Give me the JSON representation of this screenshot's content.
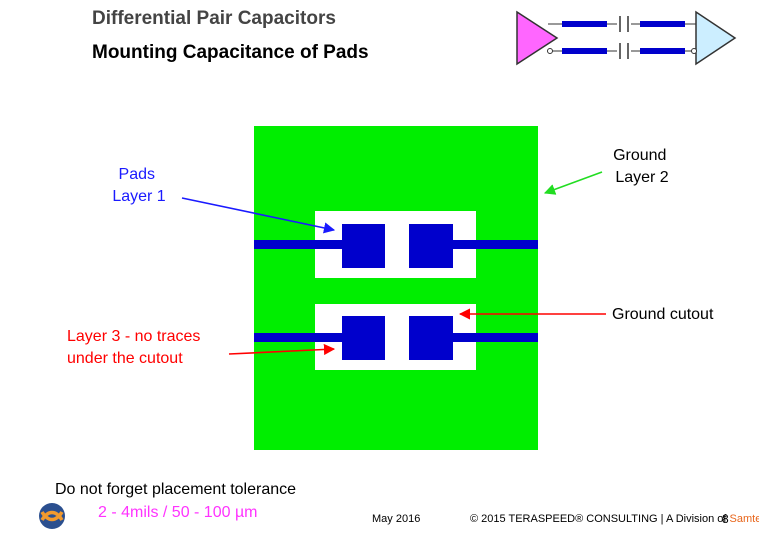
{
  "header": {
    "title": "Differential Pair Capacitors",
    "subtitle": "Mounting Capacitance of Pads"
  },
  "labels": {
    "pads": [
      "Pads",
      "Layer 1"
    ],
    "ground": [
      "Ground",
      "Layer 2"
    ],
    "ground_cutout": "Ground cutout",
    "layer3": [
      "Layer 3 - no traces",
      "under the cutout"
    ]
  },
  "footer": {
    "note": "Do not forget placement tolerance",
    "tolerance": "2 - 4mils / 50 - 100 µm",
    "date": "May 2016",
    "copyright": "© 2015  TERASPEED® CONSULTING  | A Division of ",
    "brand": "Samtec",
    "page": "8"
  },
  "colors": {
    "ground_plane": "#00ee00",
    "trace": "#0000cc",
    "pads_arrow": "#1a1aff",
    "ground_arrow": "#22dd22",
    "red_arrow": "#ff0000",
    "driver": "#ff66ff",
    "receiver": "#cceeff"
  }
}
